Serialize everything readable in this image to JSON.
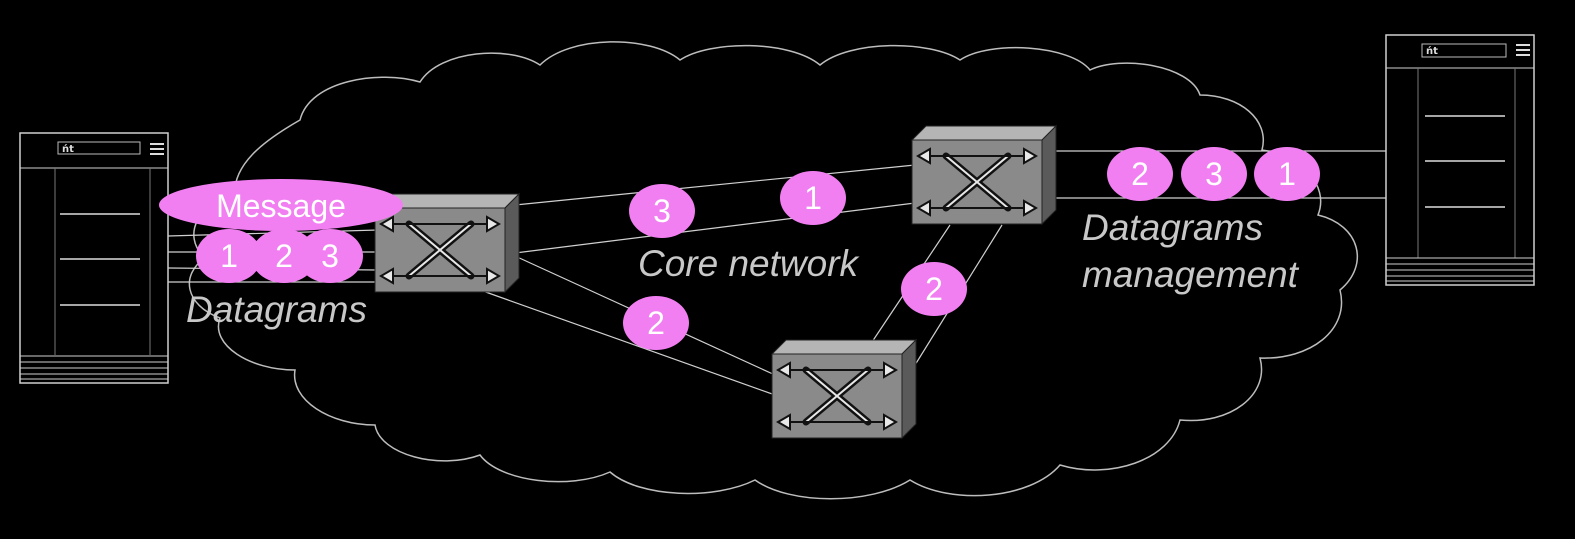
{
  "labels": {
    "message": "Message",
    "datagrams_left": "Datagrams",
    "core_network": "Core network",
    "datagrams_mgmt_line1": "Datagrams",
    "datagrams_mgmt_line2": "management"
  },
  "server_badge": "ńt",
  "packets": {
    "sender": [
      "1",
      "2",
      "3"
    ],
    "upper_link": [
      "3",
      "1"
    ],
    "lower_link": "2",
    "right_link": "2",
    "receiver": [
      "2",
      "3",
      "1"
    ]
  },
  "colors": {
    "background": "#000000",
    "bubble": "#f27ff2",
    "lines": "#cfcfcf",
    "label": "#c8c8c8",
    "cloud_stroke": "#bdbdbd",
    "switch_face": "#8a8a8a"
  }
}
